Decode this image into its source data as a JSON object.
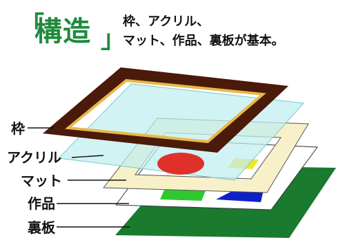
{
  "title": {
    "open_bracket": "「",
    "text": "構造",
    "close_bracket": "」"
  },
  "description": {
    "line1": "枠、アクリル、",
    "line2": "マット、作品、裏板が基本。"
  },
  "labels": {
    "frame": "枠",
    "acrylic": "アクリル",
    "mat": "マット",
    "artwork": "作品",
    "backboard": "裏板"
  },
  "colors": {
    "title_green": "#1f8a3c",
    "frame_brown": "#4a1a0a",
    "frame_gold": "#e8b84a",
    "acrylic_blue": "#bfeef0",
    "mat_cream": "#f8f0c8",
    "backboard_green": "#1a7a2e",
    "art_red": "#e0302a",
    "art_yellow": "#f2e62a",
    "art_blue": "#1020c8",
    "art_green": "#30c830"
  }
}
